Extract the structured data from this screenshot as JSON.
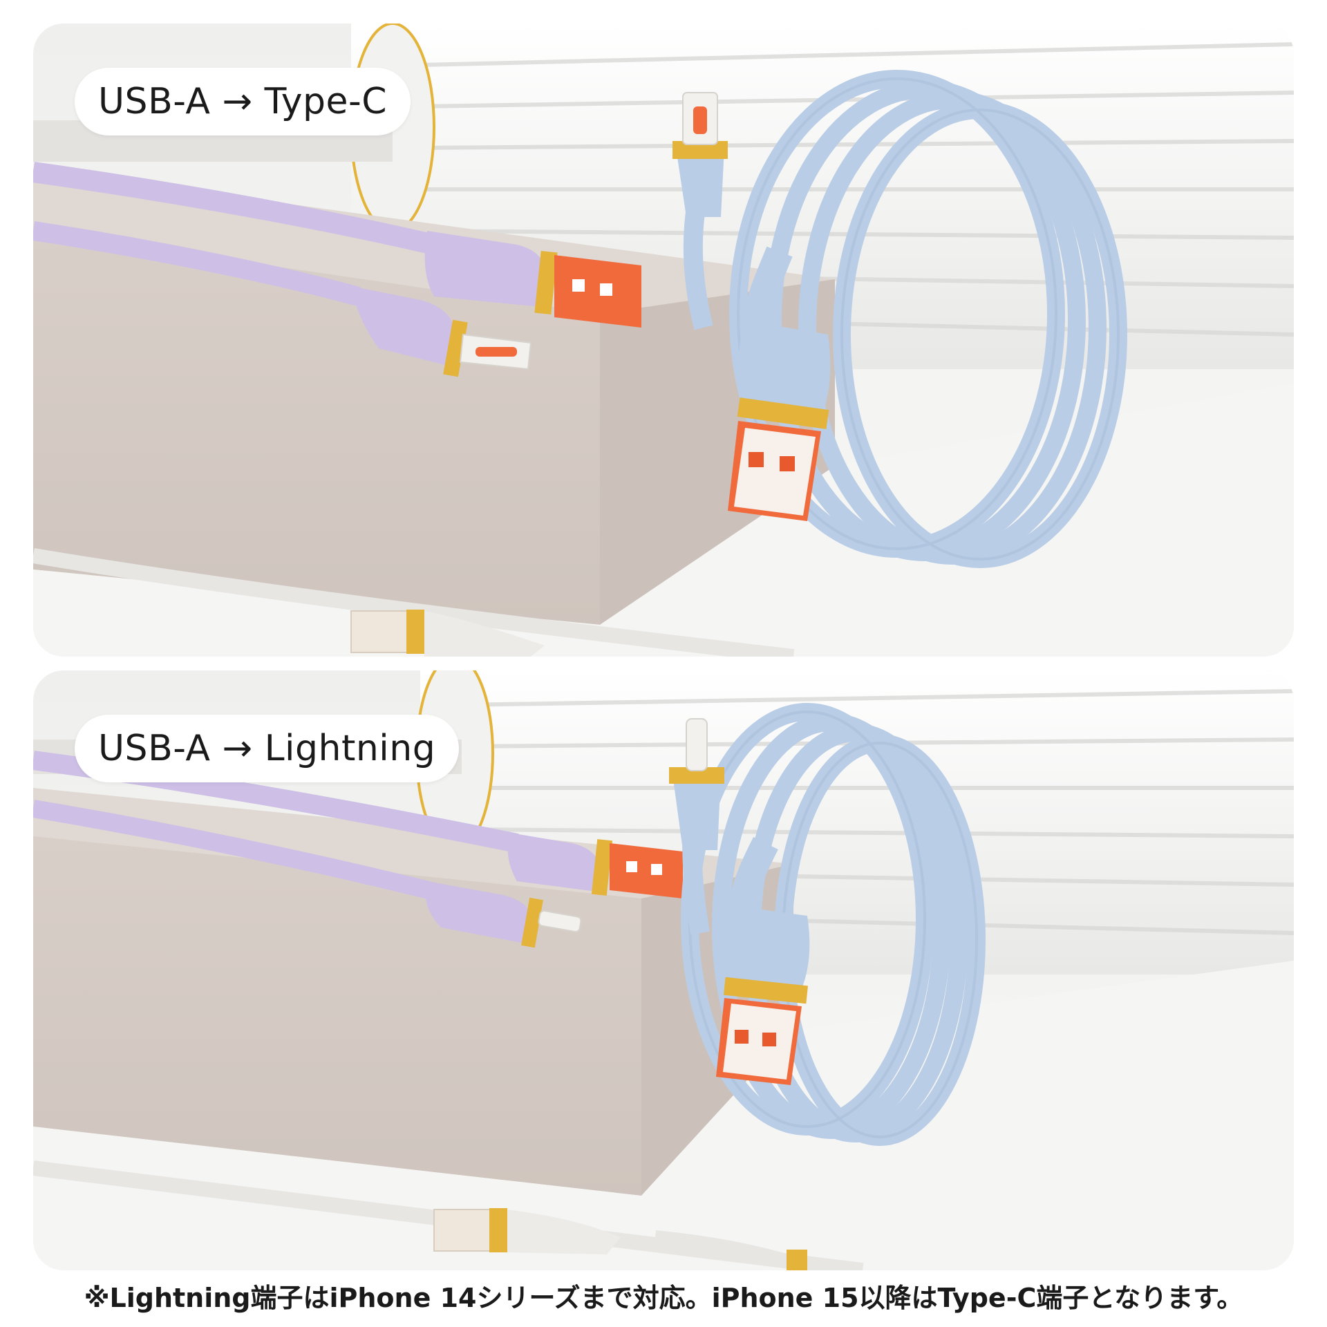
{
  "panels": [
    {
      "label": "USB-A → Type-C",
      "connector": "type-c"
    },
    {
      "label": "USB-A → Lightning",
      "connector": "lightning"
    }
  ],
  "footnote": "※Lightning端子はiPhone 14シリーズまで対応。iPhone 15以降はType-C端子となります。",
  "colors": {
    "cable_blue": "#b9cde6",
    "cable_lavender": "#cdbfe6",
    "cable_white": "#ecebe8",
    "gold": "#e3b33a",
    "usb_orange": "#f06a3c",
    "block_beige": "#dcd3cd",
    "backdrop": "#f4f4f2"
  }
}
